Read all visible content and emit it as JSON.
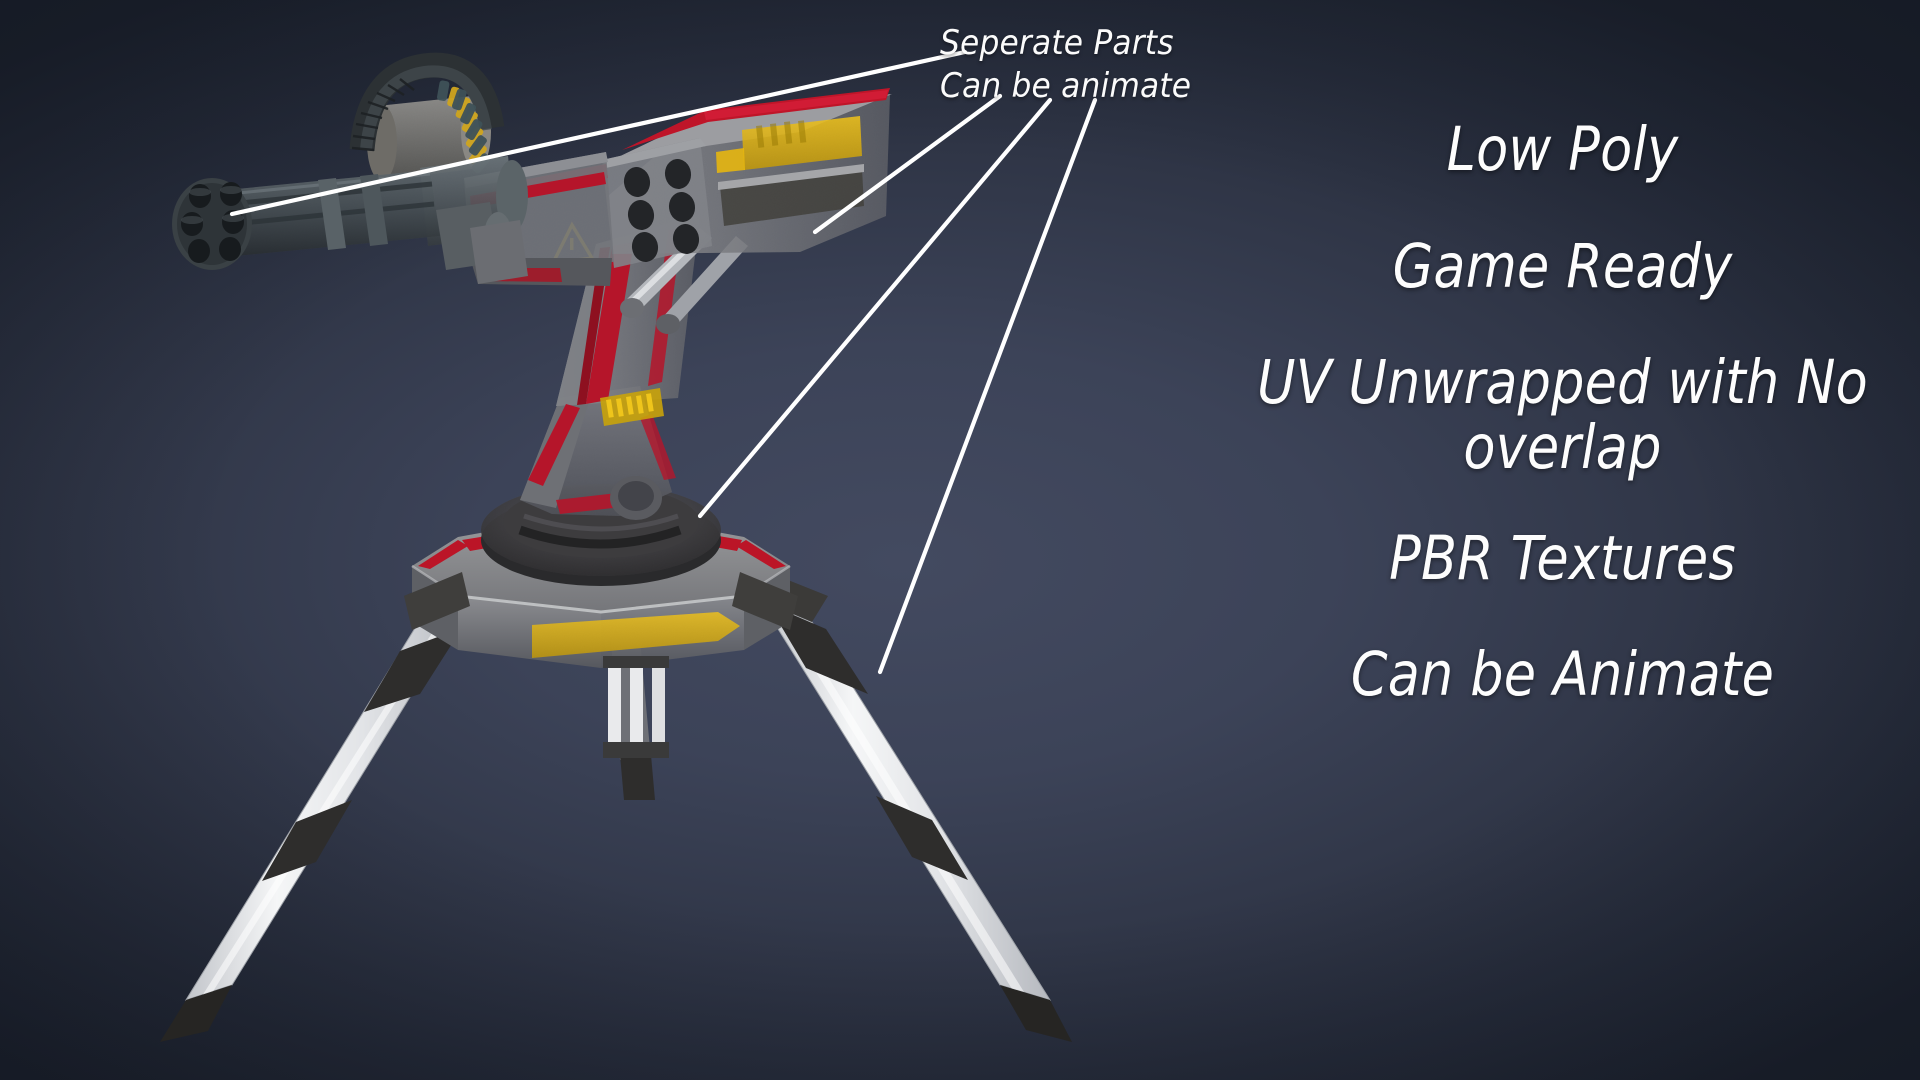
{
  "scene": {
    "subject": "sci-fi gatling turret 3d model showcase",
    "background": {
      "center_color": "#434a60",
      "edge_color": "#1d2330",
      "style": "radial-gradient"
    }
  },
  "callout": {
    "line1": "Seperate Parts",
    "line2": "Can be animate",
    "leader_color": "#ffffff",
    "leader_count": 4
  },
  "features": {
    "items": [
      {
        "label": "Low Poly"
      },
      {
        "label": "Game Ready"
      },
      {
        "label": "UV Unwrapped with No\noverlap"
      },
      {
        "label": "PBR Textures"
      },
      {
        "label": "Can be Animate"
      }
    ]
  },
  "model": {
    "name": "turret",
    "palette": {
      "metal_light": "#a8a8a6",
      "metal_mid": "#85858a",
      "metal_dark": "#5d5f66",
      "metal_darker": "#45474e",
      "gun_dark": "#41474b",
      "gun_darker": "#2b3034",
      "red_stripe": "#c4142a",
      "red_dark": "#8d0f1f",
      "yellow": "#e8b80d",
      "yellow_dark": "#b08c06",
      "leg_white": "#ececec",
      "leg_shadow": "#c9cbcf",
      "collar_dark": "#2d2c2a",
      "base_dark": "#3a3a3c"
    },
    "parts": [
      {
        "name": "gatling-barrels",
        "count": 6
      },
      {
        "name": "ammo-belt"
      },
      {
        "name": "ammo-drum"
      },
      {
        "name": "rocket-pod",
        "tubes": 6
      },
      {
        "name": "turret-housing"
      },
      {
        "name": "pitch-pistons",
        "count": 2
      },
      {
        "name": "support-column"
      },
      {
        "name": "turntable-ring"
      },
      {
        "name": "hex-base-platform"
      },
      {
        "name": "tripod-legs",
        "count": 3
      },
      {
        "name": "warning-triangle-decal"
      }
    ]
  }
}
